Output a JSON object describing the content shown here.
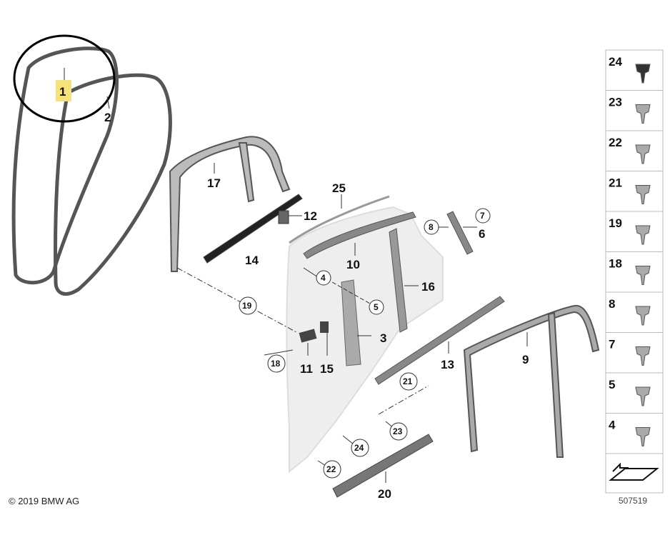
{
  "callouts": {
    "c1": "1",
    "c2": "2",
    "c3": "3",
    "c4": "4",
    "c5": "5",
    "c6": "6",
    "c7": "7",
    "c8": "8",
    "c9": "9",
    "c10": "10",
    "c11": "11",
    "c12": "12",
    "c13": "13",
    "c14": "14",
    "c15": "15",
    "c16": "16",
    "c17": "17",
    "c18": "18",
    "c19": "19",
    "c20": "20",
    "c21": "21",
    "c22": "22",
    "c23": "23",
    "c24": "24",
    "c25": "25"
  },
  "legend": [
    "24",
    "23",
    "22",
    "21",
    "19",
    "18",
    "8",
    "7",
    "5",
    "4"
  ],
  "footer": {
    "copyright": "© 2019 BMW AG",
    "diagram_number": "507519"
  }
}
